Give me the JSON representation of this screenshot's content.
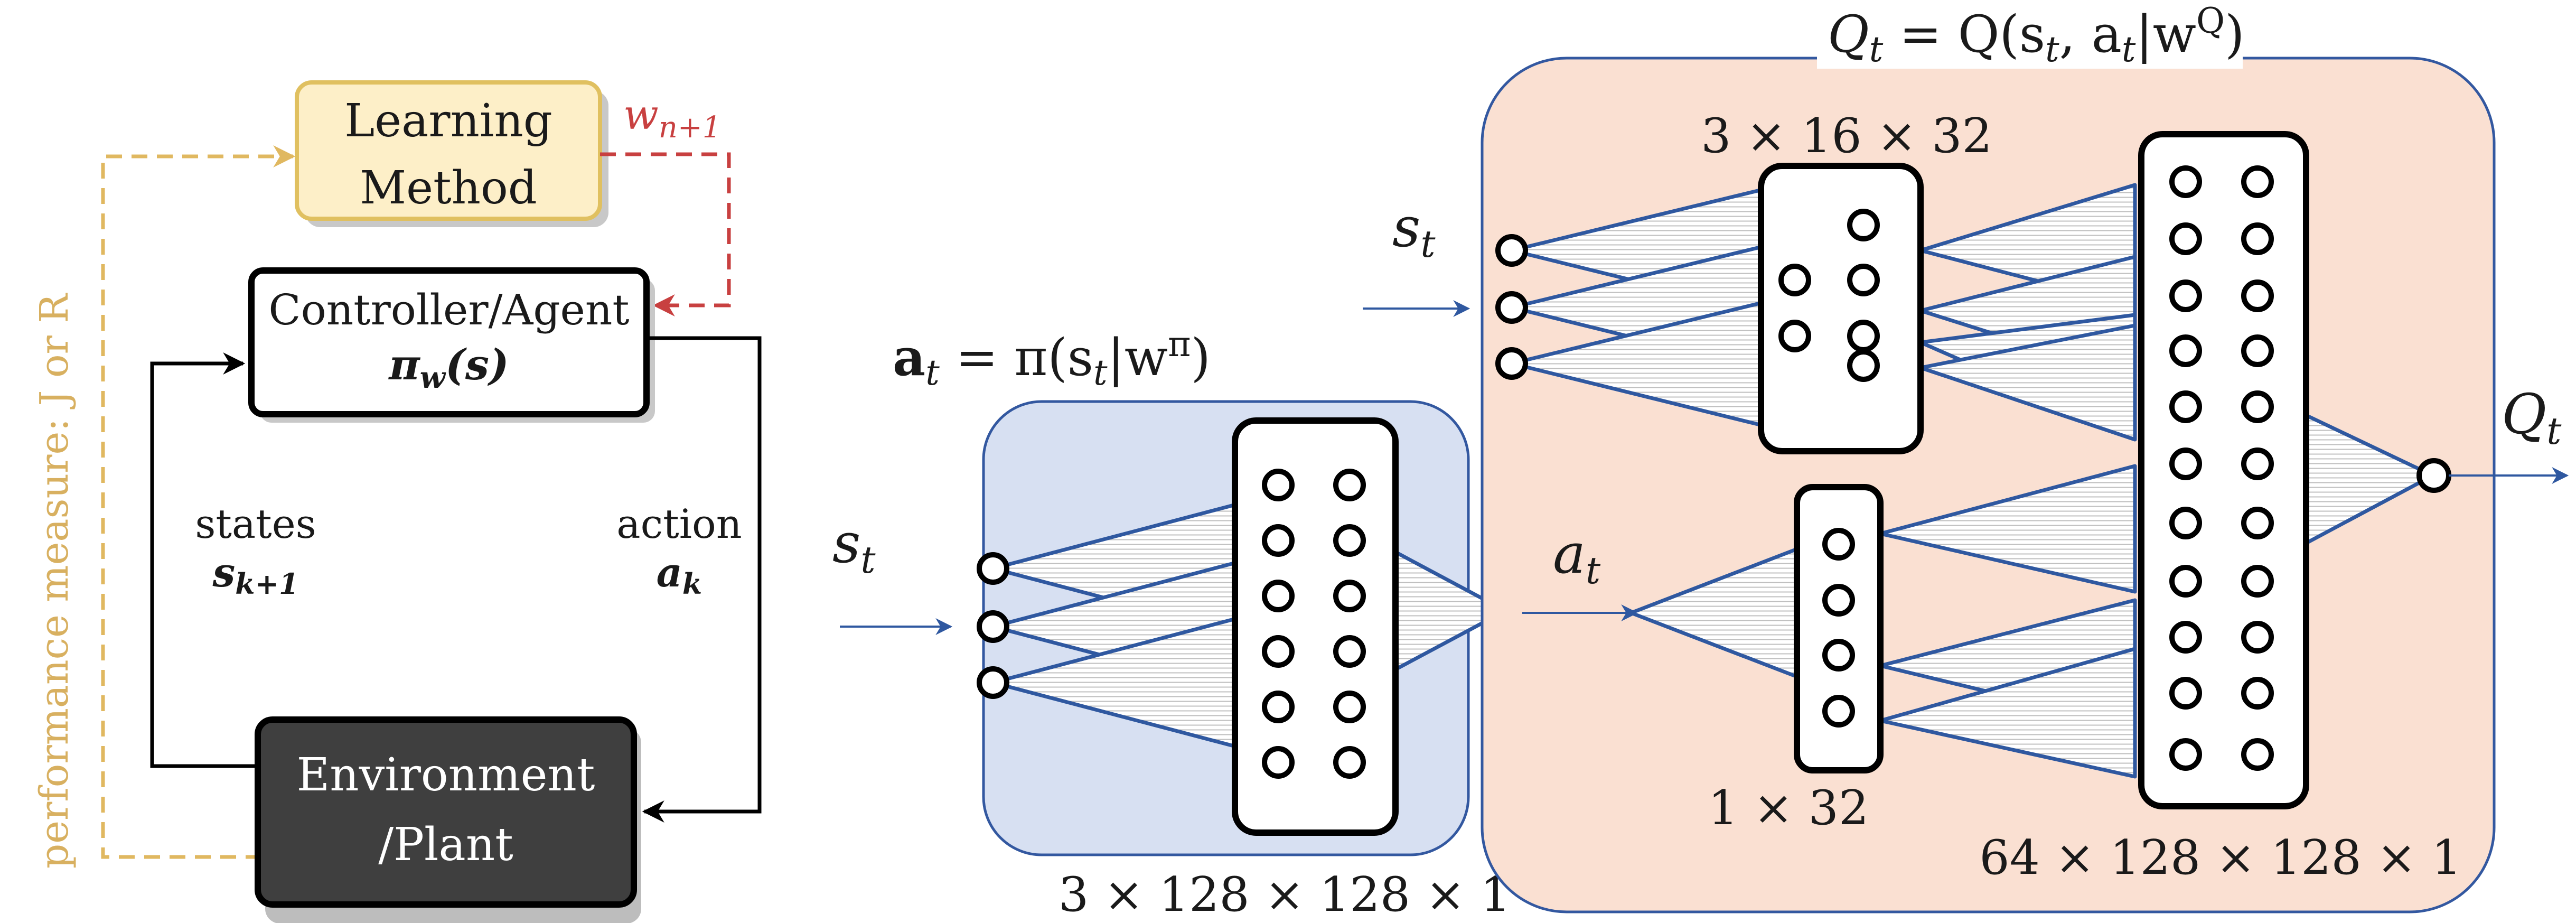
{
  "loop": {
    "learning_method_line1": "Learning",
    "learning_method_line2": "Method",
    "weight_update": "w",
    "weight_update_sub": "n+1",
    "controller_line1": "Controller/Agent",
    "controller_policy": "π",
    "controller_policy_sub": "w",
    "controller_policy_arg": "(s)",
    "states_label": "states",
    "states_symbol": "s",
    "states_sub": "k+1",
    "action_label": "action",
    "action_symbol": "a",
    "action_sub": "k",
    "environment_line1": "Environment",
    "environment_line2": "/Plant",
    "performance_measure": "performance measure: J or R"
  },
  "actor": {
    "title_lhs": "a",
    "title_lhs_sub": "t",
    "title_rhs": " = π(s",
    "title_rhs_sub": "t",
    "title_tail": "|w",
    "title_sup": "π",
    "title_close": ")",
    "input_symbol": "s",
    "input_sub": "t",
    "dims": "3 × 128 × 128 × 1"
  },
  "critic": {
    "title": "Q",
    "title_sub": "t",
    "title_eq": " = Q(s",
    "title_eq_sub": "t",
    "title_mid": ", a",
    "title_mid_sub": "t",
    "title_tail": "|w",
    "title_sup": "Q",
    "title_close": ")",
    "state_input_symbol": "s",
    "state_input_sub": "t",
    "action_input_symbol": "a",
    "action_input_sub": "t",
    "state_layer_dims": "3 × 16 × 32",
    "action_layer_dims": "1 × 32",
    "merge_layer_dims": "64 × 128 × 128 × 1",
    "output_symbol": "Q",
    "output_sub": "t"
  },
  "colors": {
    "learning_fill": "#fdefc8",
    "learning_stroke": "#e0c060",
    "update_arrow": "#c84040",
    "perf_arrow": "#e0b860",
    "environment_fill": "#3f3f3f",
    "actor_fill": "#d7e0f2",
    "critic_fill": "#fae0d2",
    "panel_stroke": "#3358a0",
    "net_line": "#2f58a0"
  }
}
